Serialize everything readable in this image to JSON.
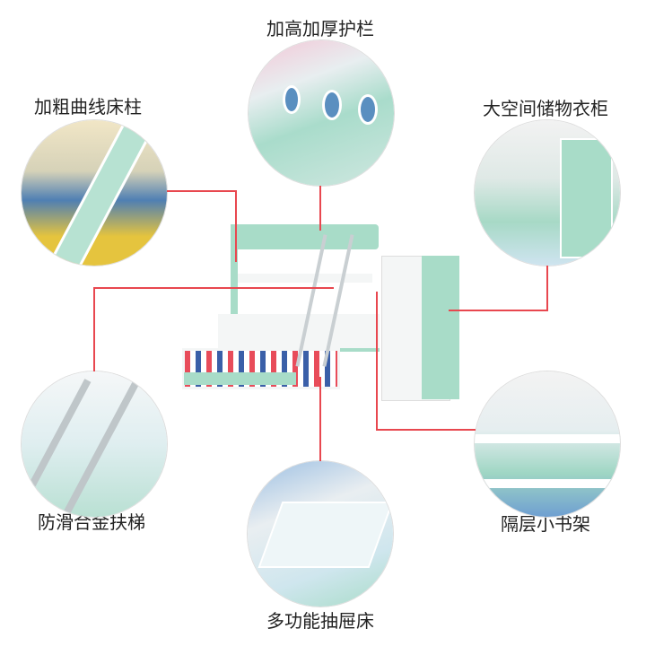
{
  "features": {
    "guardrail": "加高加厚护栏",
    "post": "加粗曲线床柱",
    "wardrobe": "大空间储物衣柜",
    "ladder": "防滑合金扶梯",
    "bookshelf": "隔层小书架",
    "drawer_bed": "多功能抽屉床"
  },
  "colors": {
    "accent_line": "#e8474f",
    "bed_green": "#a8dcc8",
    "bed_white": "#f4f6f6"
  }
}
